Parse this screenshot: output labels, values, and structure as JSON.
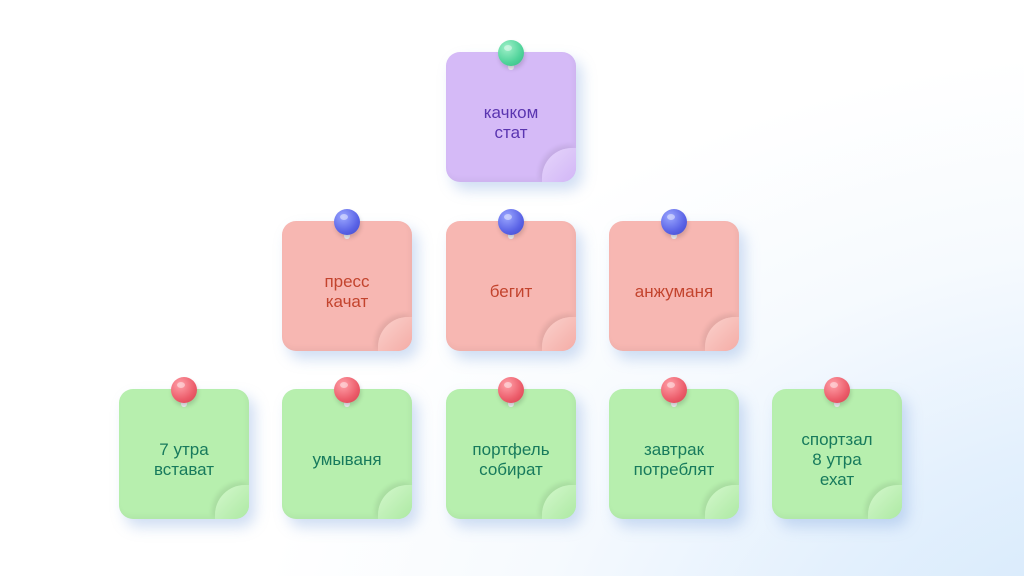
{
  "diagram": {
    "type": "pyramid-of-sticky-notes",
    "levels": [
      {
        "level": "top",
        "color": "#d5baf7",
        "text_color": "#5a35b0",
        "pin_color": "#4fd39a",
        "notes": [
          {
            "label": "качком\nстат"
          }
        ]
      },
      {
        "level": "middle",
        "color": "#f7b7b2",
        "text_color": "#c3442e",
        "pin_color": "#5a63e6",
        "notes": [
          {
            "label": "пресс\nкачат"
          },
          {
            "label": "бегит"
          },
          {
            "label": "анжуманя"
          }
        ]
      },
      {
        "level": "bottom",
        "color": "#b7efae",
        "text_color": "#177a5c",
        "pin_color": "#ec5c6a",
        "notes": [
          {
            "label": "7 утра\nвстават"
          },
          {
            "label": "умываня"
          },
          {
            "label": "портфель\nсобират"
          },
          {
            "label": "завтрак\nпотреблят"
          },
          {
            "label": "спортзал\n8 утра\nехат"
          }
        ]
      }
    ]
  }
}
